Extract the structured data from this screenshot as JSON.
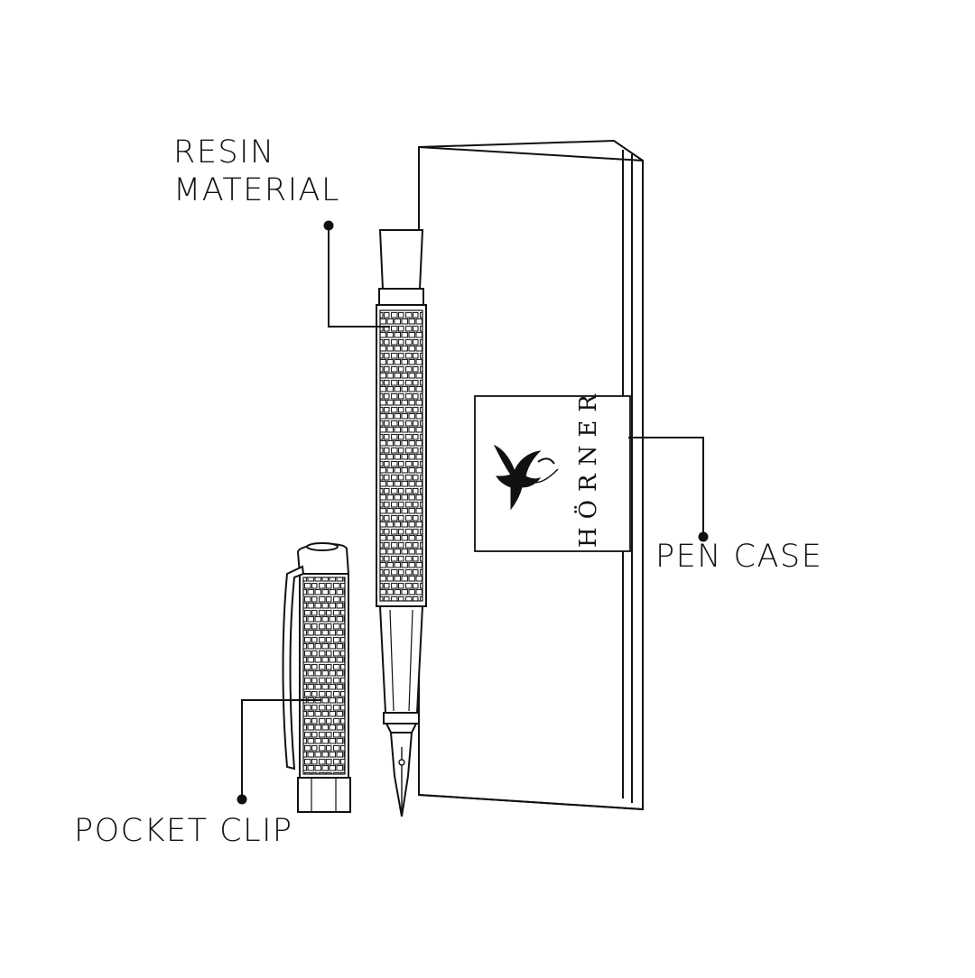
{
  "callouts": {
    "resin_material": {
      "line1": "RESIN",
      "line2": "MATERIAL"
    },
    "pen_case": "PEN CASE",
    "pocket_clip": "POCKET CLIP"
  },
  "brand": {
    "name": "HÖRNER",
    "logo_icon": "phoenix-icon"
  },
  "colors": {
    "ink": "#111111",
    "background": "#ffffff"
  }
}
